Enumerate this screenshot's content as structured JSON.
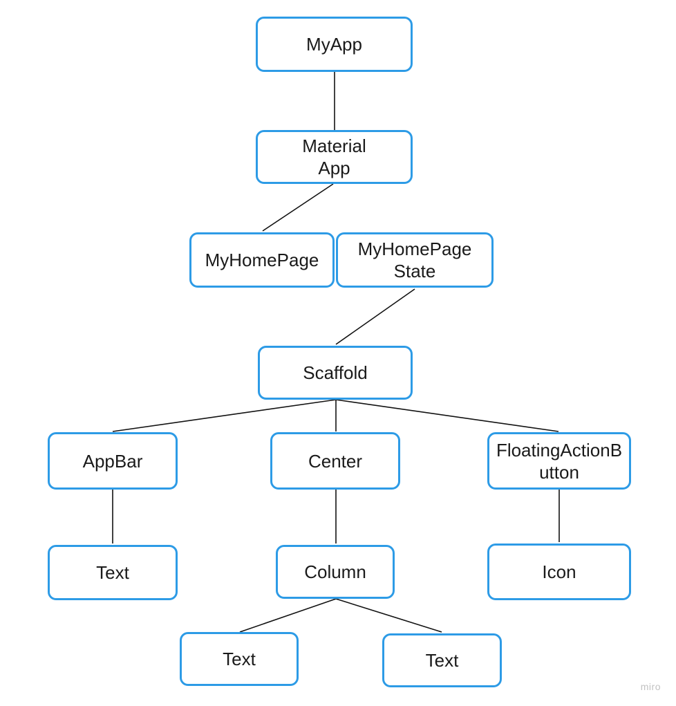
{
  "diagram": {
    "nodes": {
      "myapp": "MyApp",
      "materialapp": "Material\nApp",
      "myhomepage": "MyHomePage",
      "myhomepagestate": "MyHomePage\nState",
      "scaffold": "Scaffold",
      "appbar": "AppBar",
      "center": "Center",
      "fab": "FloatingActionB\nutton",
      "appbar_text": "Text",
      "column": "Column",
      "icon": "Icon",
      "column_text_left": "Text",
      "column_text_right": "Text"
    },
    "edges": [
      [
        "myapp",
        "materialapp"
      ],
      [
        "materialapp",
        "myhomepage"
      ],
      [
        "myhomepagestate",
        "scaffold"
      ],
      [
        "scaffold",
        "appbar"
      ],
      [
        "scaffold",
        "center"
      ],
      [
        "scaffold",
        "fab"
      ],
      [
        "appbar",
        "appbar_text"
      ],
      [
        "center",
        "column"
      ],
      [
        "fab",
        "icon"
      ],
      [
        "column",
        "column_text_left"
      ],
      [
        "column",
        "column_text_right"
      ]
    ],
    "colors": {
      "node_border": "#2d9be6",
      "edge": "#111111"
    }
  },
  "watermark": "miro"
}
